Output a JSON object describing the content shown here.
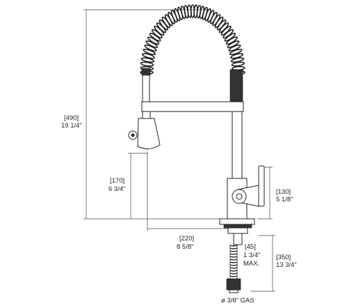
{
  "dimensions": {
    "overall_height": {
      "mm": "[490]",
      "in": "19 1/4\""
    },
    "spout_clearance": {
      "mm": "[170]",
      "in": "6 3/4\""
    },
    "reach": {
      "mm": "[220]",
      "in": "8 5/8\""
    },
    "body_height": {
      "mm": "[130]",
      "in": "5 1/8\""
    },
    "deck_thickness": {
      "mm": "[45]",
      "in": "1 3/4\"",
      "note": "MAX."
    },
    "shank_length": {
      "mm": "[350]",
      "in": "13 3/4\""
    },
    "connection": "ø 3/8\" GAS"
  },
  "icons": {
    "faucet": "pull-down-kitchen-faucet-drawing",
    "spring": "coil-spring",
    "sprayer": "spray-head"
  }
}
